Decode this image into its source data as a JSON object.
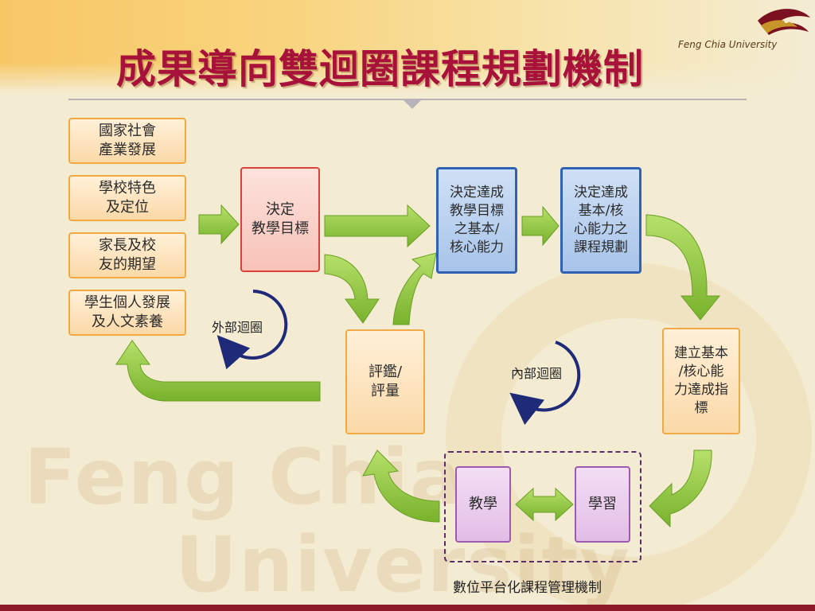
{
  "slide": {
    "title": "成果導向雙迴圈課程規劃機制",
    "logo_text": "Feng Chia University",
    "watermark": [
      "Feng Chia",
      "University"
    ]
  },
  "inputs": [
    "國家社會\n產業發展",
    "學校特色\n及定位",
    "家長及校\n友的期望",
    "學生個人發展\n及人文素養"
  ],
  "nodes": {
    "decide_goal": "決定\n教學目標",
    "decide_basic": "決定達成\n教學目標\n之基本/\n核心能力",
    "decide_course": "決定達成\n基本/核\n心能力之\n課程規劃",
    "build_indicator": "建立基本\n/核心能\n力達成指\n標",
    "evaluate": "評鑑/\n評量",
    "teach": "教學",
    "learn": "學習"
  },
  "loops": {
    "outer": "外部迴圈",
    "inner": "內部迴圈"
  },
  "platform_label": "數位平台化課程管理機制",
  "colors": {
    "arrow_green": "#8cc63f",
    "loop_navy": "#1f2a78",
    "title_red": "#a8123a"
  }
}
